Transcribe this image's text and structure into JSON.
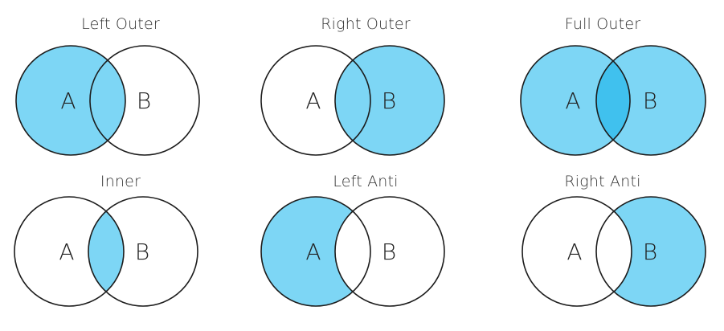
{
  "colors": {
    "fill": "#7dd6f5",
    "overlap_dark": "#40c1ee",
    "stroke": "#1c1c1c",
    "background": "#ffffff"
  },
  "diagrams": [
    {
      "title": "Left Outer",
      "left_label": "A",
      "right_label": "B",
      "shade_a_only": true,
      "shade_overlap": true,
      "shade_b_only": false,
      "overlap_dark": false
    },
    {
      "title": "Right Outer",
      "left_label": "A",
      "right_label": "B",
      "shade_a_only": false,
      "shade_overlap": true,
      "shade_b_only": true,
      "overlap_dark": false
    },
    {
      "title": "Full Outer",
      "left_label": "A",
      "right_label": "B",
      "shade_a_only": true,
      "shade_overlap": true,
      "shade_b_only": true,
      "overlap_dark": true
    },
    {
      "title": "Inner",
      "left_label": "A",
      "right_label": "B",
      "shade_a_only": false,
      "shade_overlap": true,
      "shade_b_only": false,
      "overlap_dark": false
    },
    {
      "title": "Left Anti",
      "left_label": "A",
      "right_label": "B",
      "shade_a_only": true,
      "shade_overlap": false,
      "shade_b_only": false,
      "overlap_dark": false
    },
    {
      "title": "Right Anti",
      "left_label": "A",
      "right_label": "B",
      "shade_a_only": false,
      "shade_overlap": false,
      "shade_b_only": true,
      "overlap_dark": false
    }
  ]
}
